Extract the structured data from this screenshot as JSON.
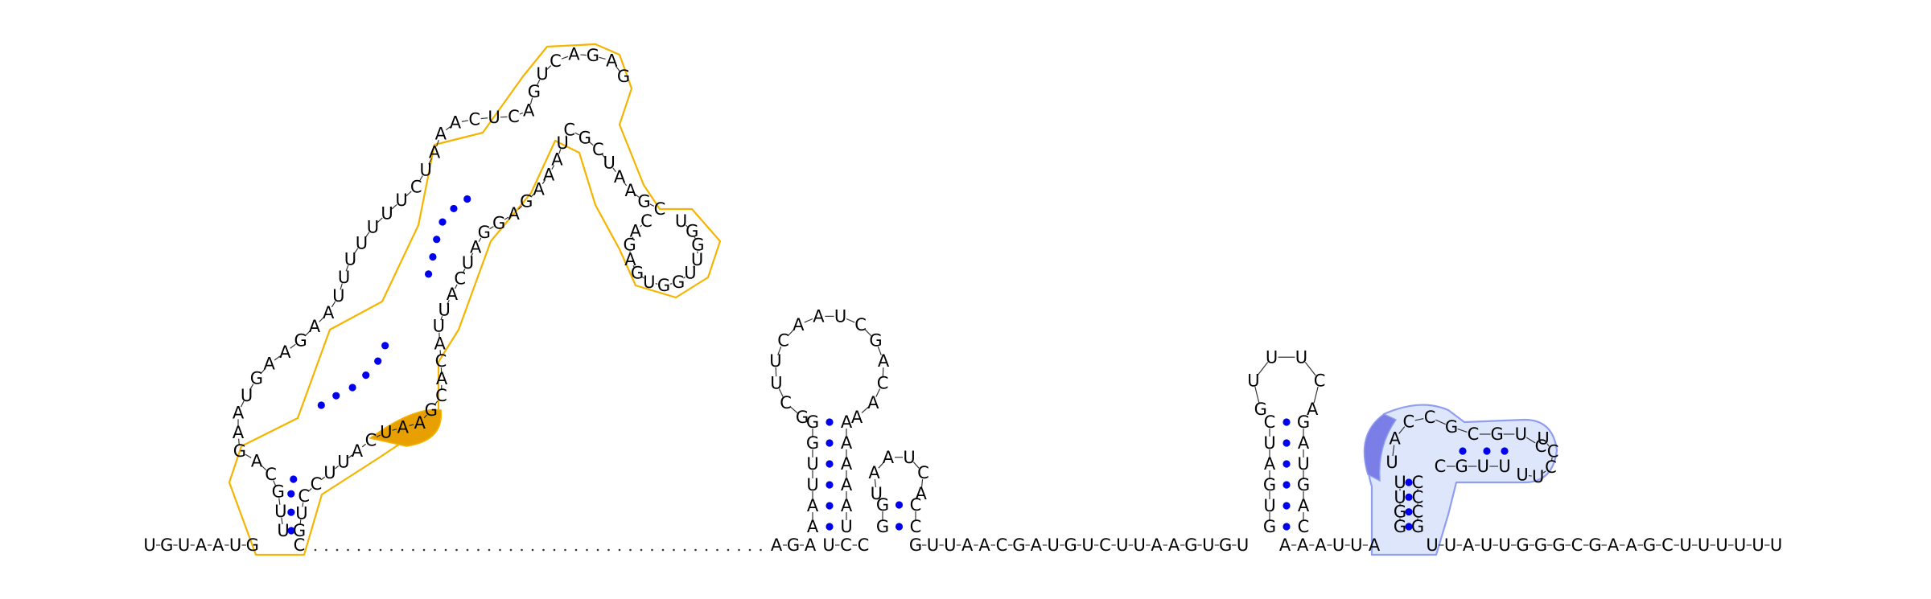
{
  "molecule": {
    "segments": [
      "U-G-U-A-A-U-G",
      "C",
      "A-G-A",
      "U-C-C",
      "G-U-U-A-A-C-G-A-U-G-U-C-U-U-A-A-G-U-G-U",
      "A-A-A-U-U-A",
      "U-U-A-U-U-G-G-G-C-G-A-A-G-C-U-U-U-U-U-U"
    ]
  },
  "colors": {
    "orange": "#f5b400",
    "orange_dark": "#e8a000",
    "blue_line": "#8f9ef0",
    "blue_fill": "#dde6fb",
    "blue_dark": "#7a7ee6",
    "pair_dot": "#0000ee"
  },
  "structure_a": {
    "left_strand": [
      "U",
      "U",
      "G",
      "C",
      "A",
      "G",
      "A",
      "A",
      "U",
      "G",
      "A",
      "A",
      "G",
      "A",
      "A",
      "U",
      "U",
      "U",
      "U",
      "U",
      "U",
      "U",
      "C",
      "U",
      "A",
      "A",
      "A",
      "C",
      "U",
      "C",
      "A",
      "G",
      "U",
      "C",
      "A",
      "G",
      "A",
      "G"
    ],
    "right_strand": [
      "G",
      "U",
      "C",
      "C",
      "U",
      "U",
      "A",
      "C",
      "U",
      "A",
      "A",
      "G",
      "C",
      "A",
      "C",
      "A",
      "U",
      "U",
      "A",
      "C",
      "U",
      "A",
      "G",
      "G",
      "A",
      "G",
      "A",
      "A",
      "A",
      "U",
      "C",
      "G",
      "C",
      "U",
      "A",
      "A",
      "G",
      "C"
    ],
    "small_loop": [
      "U",
      "G",
      "G",
      "U",
      "U",
      "G",
      "G",
      "U",
      "G",
      "A",
      "G",
      "A",
      "C"
    ]
  },
  "structure_b": {
    "loop": [
      "G",
      "C",
      "U",
      "U",
      "C",
      "A",
      "A",
      "U",
      "C",
      "G",
      "A",
      "C",
      "A",
      "A"
    ],
    "stem_left": [
      "A",
      "A",
      "U",
      "U",
      "G",
      "G"
    ],
    "stem_right": [
      "U",
      "A",
      "A",
      "A",
      "A",
      "A"
    ],
    "small_loop": [
      "U",
      "A",
      "A",
      "U",
      "C",
      "A"
    ],
    "small_left": [
      "G",
      "G"
    ],
    "small_right": [
      "C",
      "C"
    ]
  },
  "structure_c": {
    "loop": [
      "G",
      "U",
      "U",
      "U",
      "C",
      "A"
    ],
    "stem_left": [
      "G",
      "U",
      "G",
      "A",
      "U",
      "C"
    ],
    "stem_right": [
      "C",
      "A",
      "G",
      "U",
      "A",
      "G"
    ]
  },
  "structure_d": {
    "loop_top": [
      "U",
      "A",
      "C",
      "C",
      "G",
      "C",
      "G",
      "U",
      "C"
    ],
    "loop_bottom": [
      "G",
      "G",
      "U",
      "U",
      "C",
      "G",
      "U",
      "U",
      "G",
      "C",
      "C",
      "C"
    ],
    "small_loop": [
      "U",
      "C",
      "C",
      "U",
      "U"
    ]
  }
}
